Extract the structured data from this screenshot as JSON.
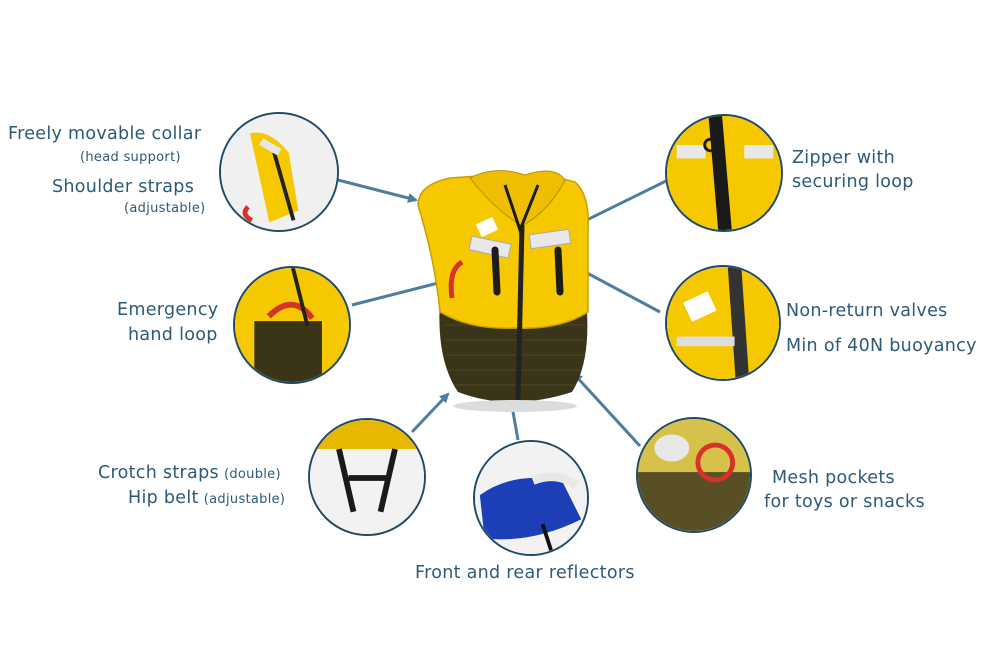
{
  "features": {
    "collar": {
      "title": "Freely movable collar",
      "note": "(head support)"
    },
    "shoulder": {
      "title": "Shoulder straps",
      "note": "(adjustable)"
    },
    "hand_loop": {
      "line1": "Emergency",
      "line2": "hand loop"
    },
    "crotch": {
      "title": "Crotch straps",
      "note": "(double)"
    },
    "hip": {
      "title": "Hip belt",
      "note": "(adjustable)"
    },
    "reflectors": {
      "title": "Front and rear reflectors"
    },
    "zipper": {
      "line1": "Zipper with",
      "line2": "securing loop"
    },
    "valves": {
      "title": "Non-return valves",
      "buoyancy": "Min of 40N buoyancy"
    },
    "mesh": {
      "line1": "Mesh pockets",
      "line2": "for toys or snacks"
    }
  },
  "colors": {
    "text": "#2d5a78",
    "arrow": "#4e7da0",
    "circle_border": "#1f4a66",
    "vest_yellow": "#f5c800",
    "mesh": "#3a3518"
  }
}
